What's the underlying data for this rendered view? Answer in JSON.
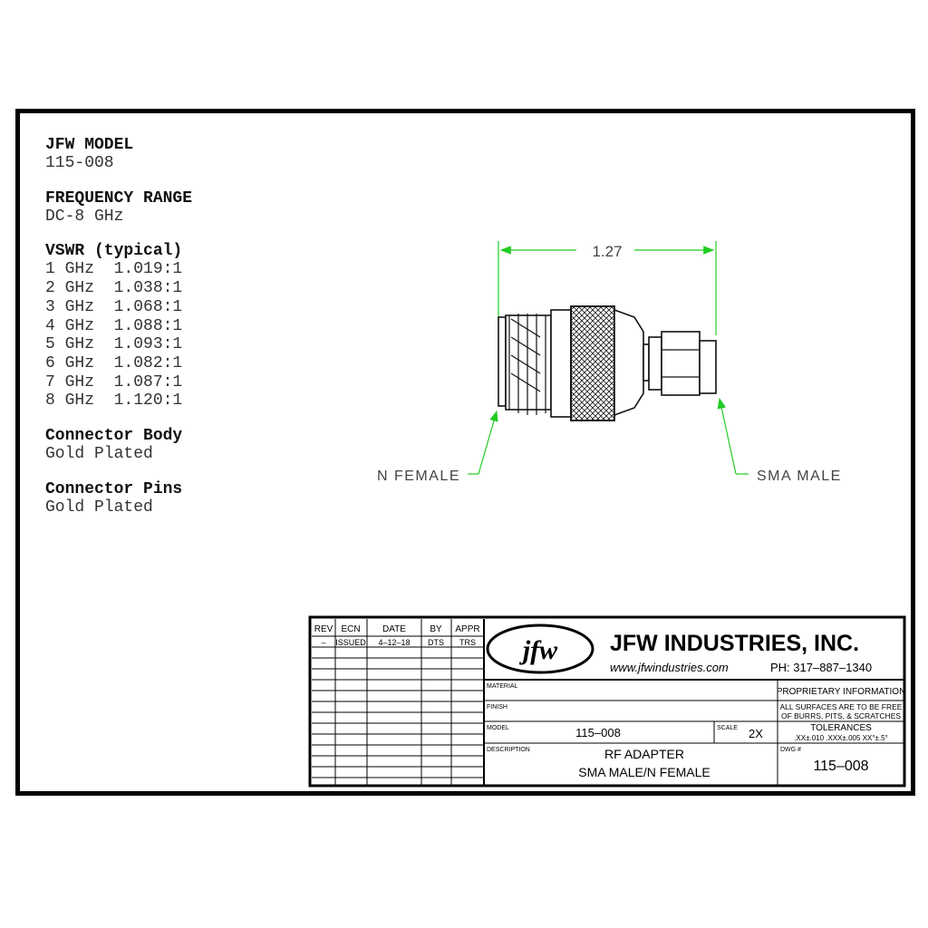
{
  "specs": {
    "model_heading": "JFW MODEL",
    "model_value": "115-008",
    "freq_heading": "FREQUENCY RANGE",
    "freq_value": "DC-8 GHz",
    "vswr_heading": "VSWR (typical)",
    "vswr_rows": [
      {
        "freq": "1 GHz",
        "ratio": "1.019:1"
      },
      {
        "freq": "2 GHz",
        "ratio": "1.038:1"
      },
      {
        "freq": "3 GHz",
        "ratio": "1.068:1"
      },
      {
        "freq": "4 GHz",
        "ratio": "1.088:1"
      },
      {
        "freq": "5 GHz",
        "ratio": "1.093:1"
      },
      {
        "freq": "6 GHz",
        "ratio": "1.082:1"
      },
      {
        "freq": "7 GHz",
        "ratio": "1.087:1"
      },
      {
        "freq": "8 GHz",
        "ratio": "1.120:1"
      }
    ],
    "body_heading": "Connector Body",
    "body_value": "Gold Plated",
    "pins_heading": "Connector Pins",
    "pins_value": "Gold Plated"
  },
  "drawing": {
    "dimension": "1.27",
    "left_label": "N FEMALE",
    "right_label": "SMA MALE",
    "dim_color": "#22cc22"
  },
  "title_block": {
    "rev_headers": [
      "REV",
      "ECN",
      "DATE",
      "BY",
      "APPR"
    ],
    "rev_row": [
      "–",
      "ISSUED",
      "4–12–18",
      "DTS",
      "TRS"
    ],
    "logo_text": "jfw",
    "company": "JFW INDUSTRIES, INC.",
    "website": "www.jfwindustries.com",
    "phone": "PH: 317–887–1340",
    "material_label": "MATERIAL",
    "finish_label": "FINISH",
    "model_label": "MODEL",
    "model_value": "115–008",
    "scale_label": "SCALE",
    "scale_value": "2X",
    "description_label": "DESCRIPTION",
    "description_line1": "RF ADAPTER",
    "description_line2": "SMA MALE/N FEMALE",
    "proprietary": "PROPRIETARY INFORMATION",
    "surfaces_line1": "ALL SURFACES ARE TO BE FREE",
    "surfaces_line2": "OF BURRS, PITS, & SCRATCHES",
    "tolerances_heading": "TOLERANCES",
    "tolerances_values": ".XX±.010   .XXX±.005   XX°±.5°",
    "dwg_label": "DWG #",
    "dwg_value": "115–008"
  }
}
